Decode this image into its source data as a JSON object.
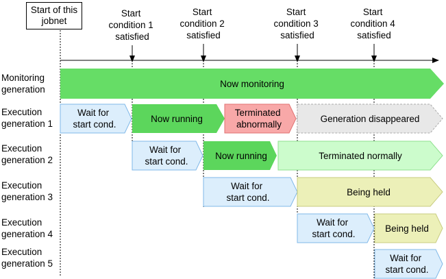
{
  "start_box": {
    "line1": "Start of this",
    "line2": "jobnet"
  },
  "conditions": [
    {
      "line1": "Start",
      "line2": "condition 1",
      "line3": "satisfied"
    },
    {
      "line1": "Start",
      "line2": "condition 2",
      "line3": "satisfied"
    },
    {
      "line1": "Start",
      "line2": "condition 3",
      "line3": "satisfied"
    },
    {
      "line1": "Start",
      "line2": "condition 4",
      "line3": "satisfied"
    }
  ],
  "rows": [
    {
      "line1": "Monitoring",
      "line2": "generation"
    },
    {
      "line1": "Execution",
      "line2": "generation 1"
    },
    {
      "line1": "Execution",
      "line2": "generation 2"
    },
    {
      "line1": "Execution",
      "line2": "generation 3"
    },
    {
      "line1": "Execution",
      "line2": "generation 4"
    },
    {
      "line1": "Execution",
      "line2": "generation 5"
    }
  ],
  "states": {
    "now_monitoring": "Now monitoring",
    "wait_1": "Wait for",
    "wait_2": "start cond.",
    "now_running": "Now running",
    "abnormal_1": "Terminated",
    "abnormal_2": "abnormally",
    "disappeared": "Generation disappeared",
    "terminated_normally": "Terminated normally",
    "being_held": "Being held"
  },
  "colors": {
    "monitoring": "#66dd66",
    "running": "#5cd65c",
    "wait": "#dceefc",
    "wait_border": "#7fb8e8",
    "abnormal": "#f8a8a8",
    "disappeared": "#e8e8e8",
    "normal": "#ccfccc",
    "held": "#ecf0b8"
  }
}
